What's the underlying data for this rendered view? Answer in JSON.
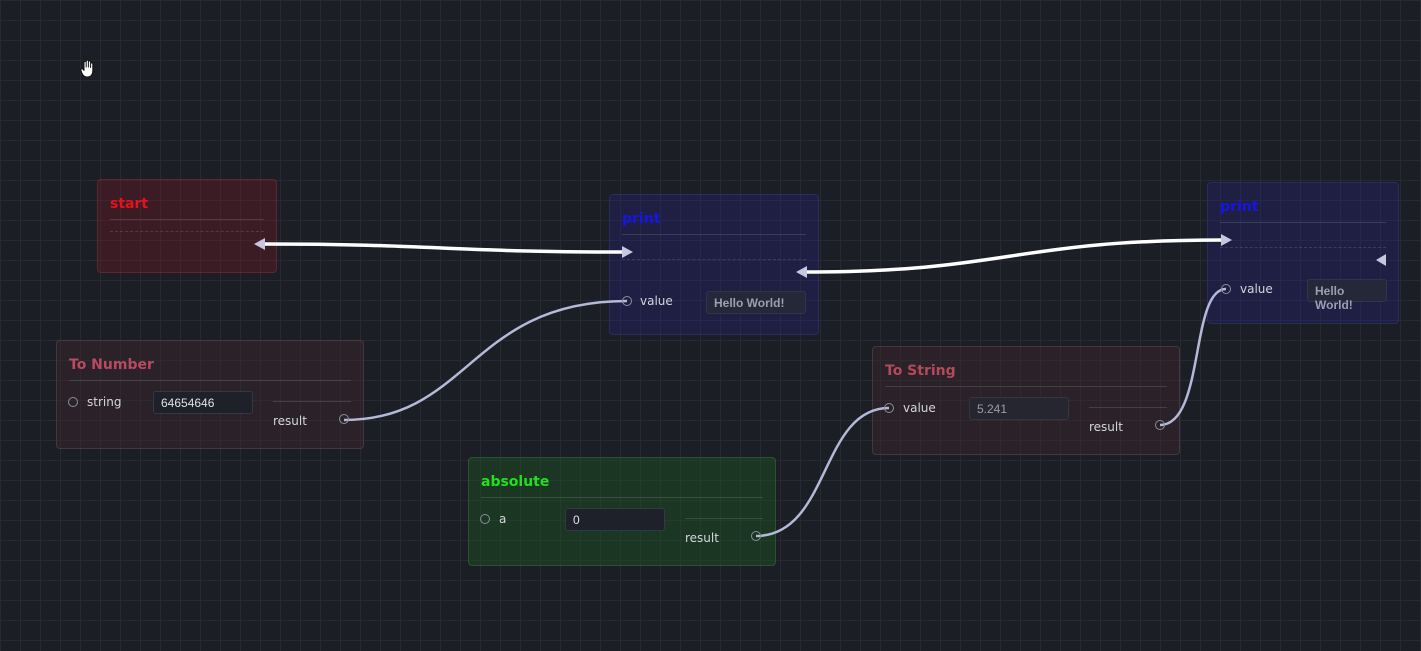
{
  "nodes": {
    "start": {
      "title": "start",
      "color": "#e8121e"
    },
    "print1": {
      "title": "print",
      "color": "#1515e8",
      "port": "value",
      "value": "Hello World!"
    },
    "print2": {
      "title": "print",
      "color": "#1515e8",
      "port": "value",
      "value": "Hello World!"
    },
    "to_number": {
      "title": "To Number",
      "color": "#b84a62",
      "in_port": "string",
      "value": "64654646",
      "out_port": "result"
    },
    "to_string": {
      "title": "To String",
      "color": "#b34a5c",
      "in_port": "value",
      "value": "5.241",
      "out_port": "result"
    },
    "absolute": {
      "title": "absolute",
      "color": "#22e01c",
      "in_port": "a",
      "value": "0",
      "out_port": "result"
    }
  },
  "icons": {
    "cursor": "hand-grab-icon"
  }
}
